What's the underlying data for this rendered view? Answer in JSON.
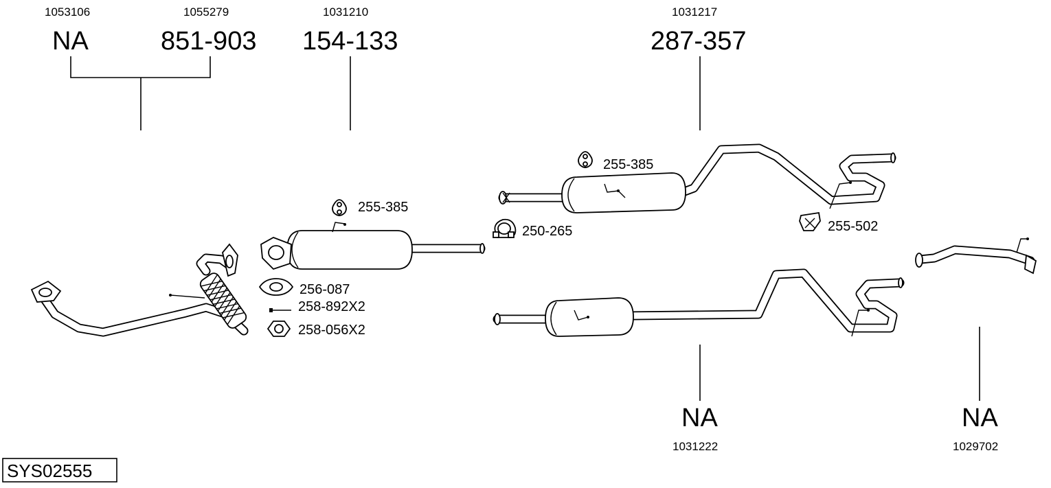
{
  "diagram": {
    "system_code": "SYS02555",
    "top_groups": [
      {
        "ref": "1053106",
        "part": "NA"
      },
      {
        "ref": "1055279",
        "part": "851-903"
      },
      {
        "ref": "1031210",
        "part": "154-133"
      },
      {
        "ref": "1031217",
        "part": "287-357"
      }
    ],
    "bottom_groups": [
      {
        "ref": "1031222",
        "part": "NA"
      },
      {
        "ref": "1029702",
        "part": "NA"
      }
    ],
    "accessories": {
      "hanger_1": "255-385",
      "gasket": "256-087",
      "bolt": "258-892X2",
      "nut": "258-056X2",
      "clamp": "250-265",
      "hanger_2": "255-385",
      "hanger_3": "255-502"
    }
  }
}
